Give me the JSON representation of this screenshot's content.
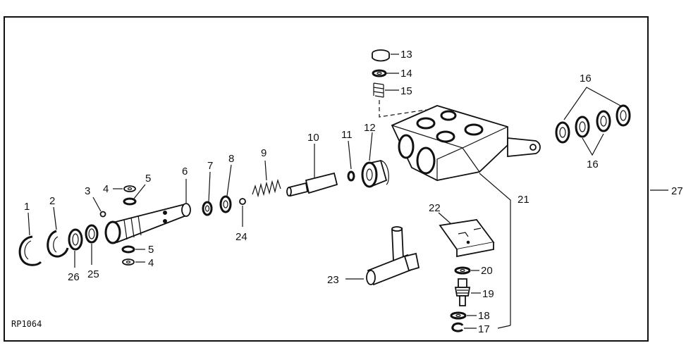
{
  "figure_code": "RP1064",
  "part_labels": {
    "p1": "1",
    "p2": "2",
    "p3": "3",
    "p4a": "4",
    "p4b": "4",
    "p5a": "5",
    "p5b": "5",
    "p6": "6",
    "p7": "7",
    "p8": "8",
    "p9": "9",
    "p10": "10",
    "p11": "11",
    "p12": "12",
    "p13": "13",
    "p14": "14",
    "p15": "15",
    "p16a": "16",
    "p16b": "16",
    "p17": "17",
    "p18": "18",
    "p19": "19",
    "p20": "20",
    "p21": "21",
    "p22": "22",
    "p23": "23",
    "p24": "24",
    "p25": "25",
    "p26": "26",
    "p27": "27"
  }
}
